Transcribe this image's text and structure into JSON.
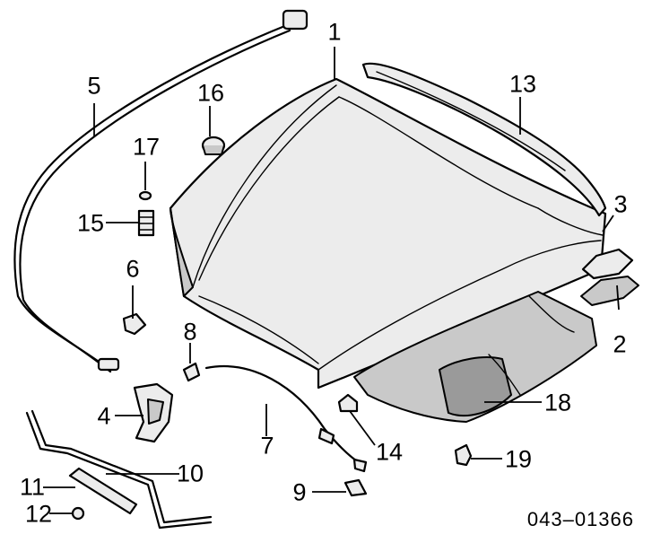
{
  "diagram": {
    "catalog_number": "043–01366",
    "callouts": [
      {
        "id": "c1",
        "label": "1"
      },
      {
        "id": "c2",
        "label": "2"
      },
      {
        "id": "c3",
        "label": "3"
      },
      {
        "id": "c4",
        "label": "4"
      },
      {
        "id": "c5",
        "label": "5"
      },
      {
        "id": "c6",
        "label": "6"
      },
      {
        "id": "c7",
        "label": "7"
      },
      {
        "id": "c8",
        "label": "8"
      },
      {
        "id": "c9",
        "label": "9"
      },
      {
        "id": "c10",
        "label": "10"
      },
      {
        "id": "c11",
        "label": "11"
      },
      {
        "id": "c12",
        "label": "12"
      },
      {
        "id": "c13",
        "label": "13"
      },
      {
        "id": "c14",
        "label": "14"
      },
      {
        "id": "c15",
        "label": "15"
      },
      {
        "id": "c16",
        "label": "16"
      },
      {
        "id": "c17",
        "label": "17"
      },
      {
        "id": "c18",
        "label": "18"
      },
      {
        "id": "c19",
        "label": "19"
      }
    ]
  }
}
